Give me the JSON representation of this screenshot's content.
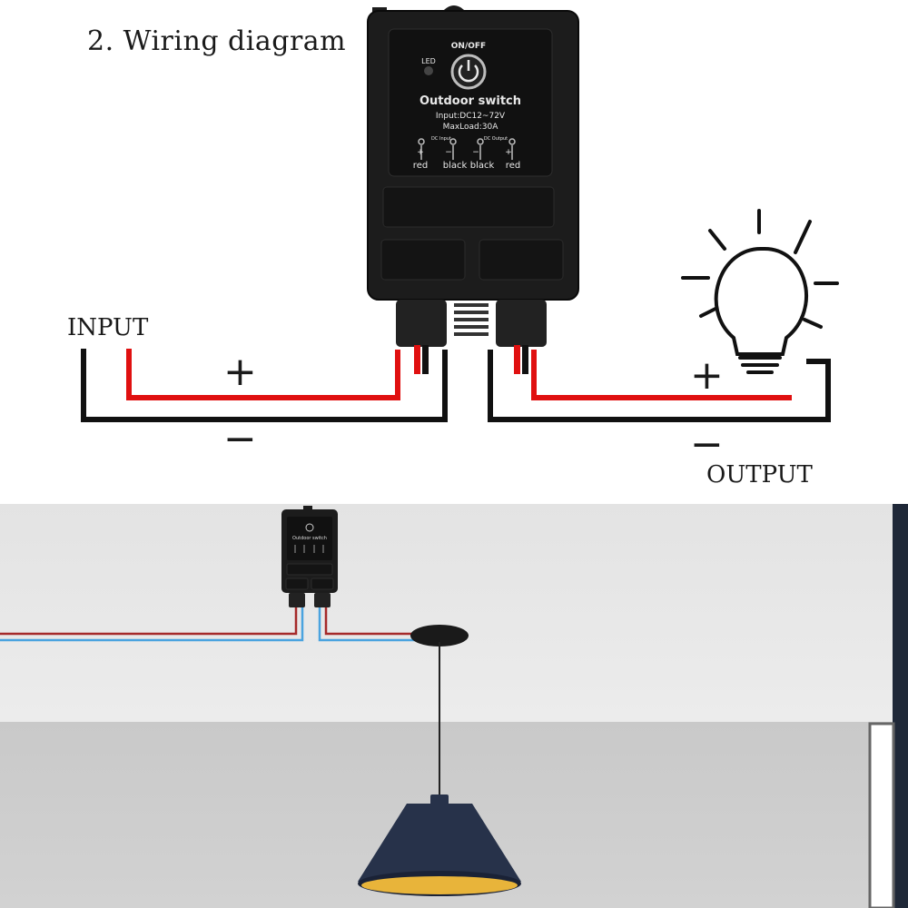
{
  "title": "2. Wiring diagram",
  "labels": {
    "input": "INPUT",
    "output": "OUTPUT",
    "plus": "+",
    "minus": "−"
  },
  "device": {
    "led_label": "LED",
    "power_label": "ON/OFF",
    "name": "Outdoor switch",
    "spec_input": "Input:DC12~72V",
    "spec_load": "MaxLoad:30A",
    "terminal_group_input": "DC Input",
    "terminal_group_output": "DC Output",
    "terminals": [
      "red",
      "black",
      "black",
      "red"
    ],
    "terminal_signs": [
      "+",
      "−",
      "−",
      "+"
    ]
  },
  "colors": {
    "wire_positive": "#e01010",
    "wire_negative": "#111111",
    "device_body": "#1c1c1c",
    "scene_wire_red": "#a52a2a",
    "scene_wire_blue": "#4aa3df",
    "lamp_shade": "#27324a",
    "lamp_inner": "#e8b43a"
  },
  "icons": [
    "power-icon",
    "light-bulb-icon",
    "pendant-lamp-icon"
  ]
}
